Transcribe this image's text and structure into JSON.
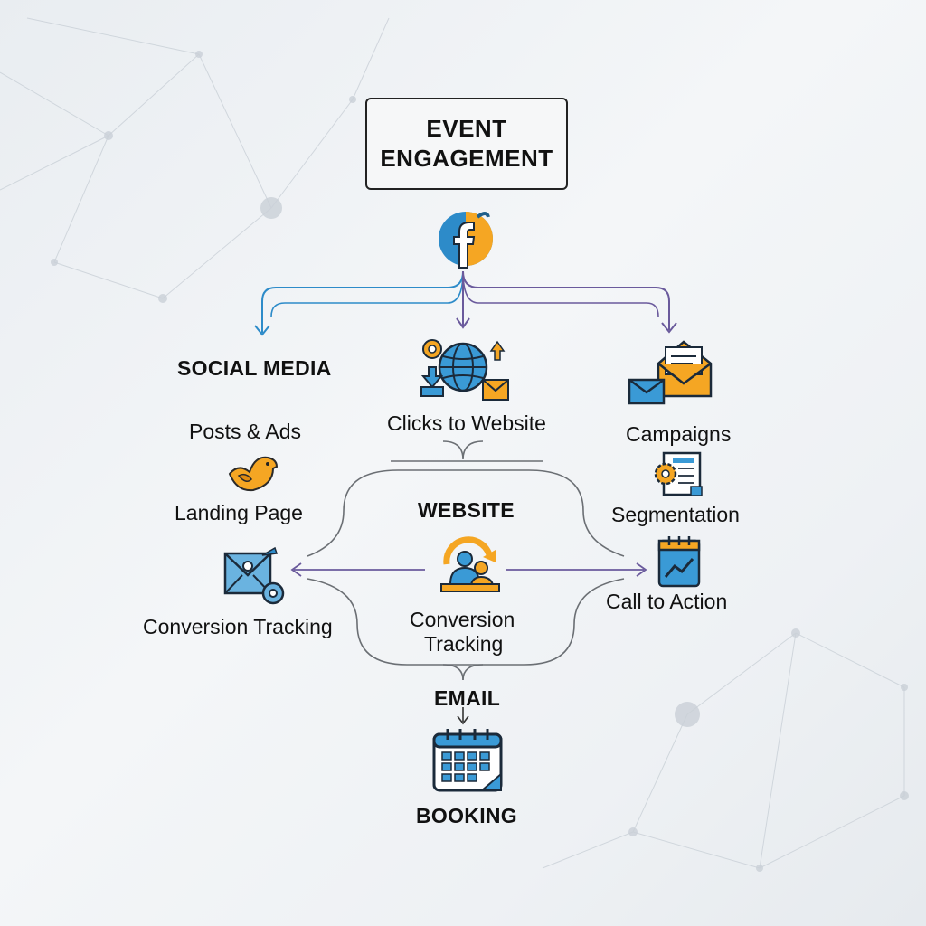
{
  "title": "EVENT\nENGAGEMENT",
  "labels": {
    "social_media": "SOCIAL MEDIA",
    "posts_ads": "Posts & Ads",
    "landing_page": "Landing Page",
    "conversion_tracking_left": "Conversion Tracking",
    "clicks_to_website": "Clicks to Website",
    "website": "WEBSITE",
    "conversion_tracking_center_1": "Conversion",
    "conversion_tracking_center_2": "Tracking",
    "campaigns": "Campaigns",
    "segmentation": "Segmentation",
    "call_to_action": "Call to Action",
    "email": "EMAIL",
    "booking": "BOOKING"
  },
  "icons": {
    "top": "facebook-icon",
    "social": "bird-icon",
    "conversion_left": "envelope-target-icon",
    "clicks": "globe-icon",
    "website": "users-refresh-icon",
    "campaigns": "email-icon",
    "segmentation": "document-gear-icon",
    "cta": "chart-calendar-icon",
    "booking": "calendar-icon"
  },
  "colors": {
    "blue": "#2d8bc9",
    "orange": "#f5a623",
    "purple": "#6a5a9c",
    "gray_line": "#6b6f74",
    "text": "#111111"
  }
}
